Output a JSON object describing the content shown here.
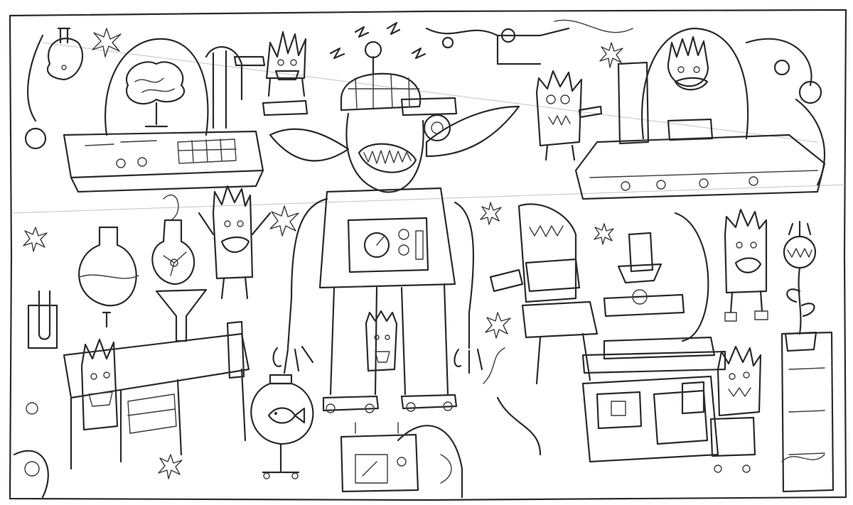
{
  "image": {
    "style": "pencil-sketch",
    "palette": {
      "paper": "#ffffff",
      "ink": "#2b2b2b",
      "faint": "#8a8a8a"
    }
  },
  "scene": {
    "frame": "sketch-frame",
    "elements": [
      "brain-in-jar-machine",
      "alien-in-dome-machine",
      "frankenstein-monster",
      "giant-microscope",
      "chemistry-flasks",
      "lab-desk",
      "computer-desk",
      "fishbowl-on-stool",
      "spiky-minions",
      "venus-flytrap-plant",
      "pipes-and-wires",
      "sparkle-stars"
    ]
  }
}
